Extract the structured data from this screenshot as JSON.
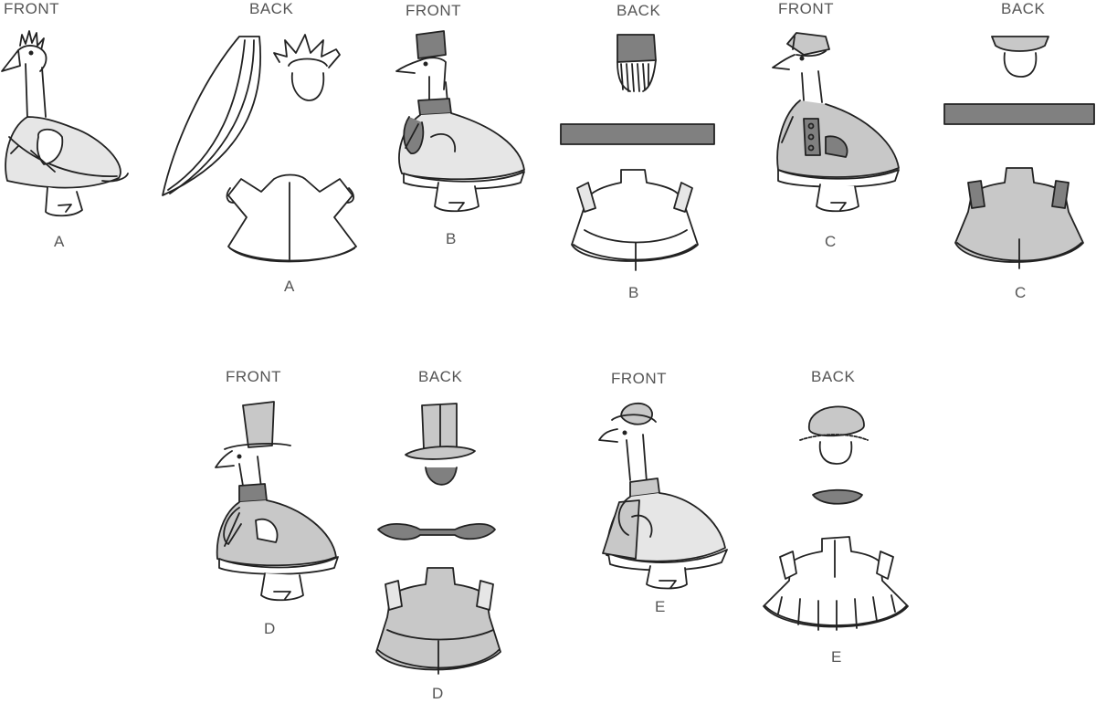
{
  "headers": {
    "a_front": "FRONT",
    "a_back": "BACK",
    "b_front": "FRONT",
    "b_back": "BACK",
    "c_front": "FRONT",
    "c_back": "BACK",
    "d_front": "FRONT",
    "d_back": "BACK",
    "e_front": "FRONT",
    "e_back": "BACK"
  },
  "view_labels": {
    "a_front": "A",
    "a_back": "A",
    "b_front": "B",
    "b_back": "B",
    "c_front": "C",
    "c_back": "C",
    "d_front": "D",
    "d_back": "D",
    "e_front": "E",
    "e_back": "E"
  },
  "colors": {
    "line": "#222222",
    "fill_light": "#e6e6e6",
    "fill_mid": "#c8c8c8",
    "fill_dark": "#808080",
    "label": "#555555"
  }
}
